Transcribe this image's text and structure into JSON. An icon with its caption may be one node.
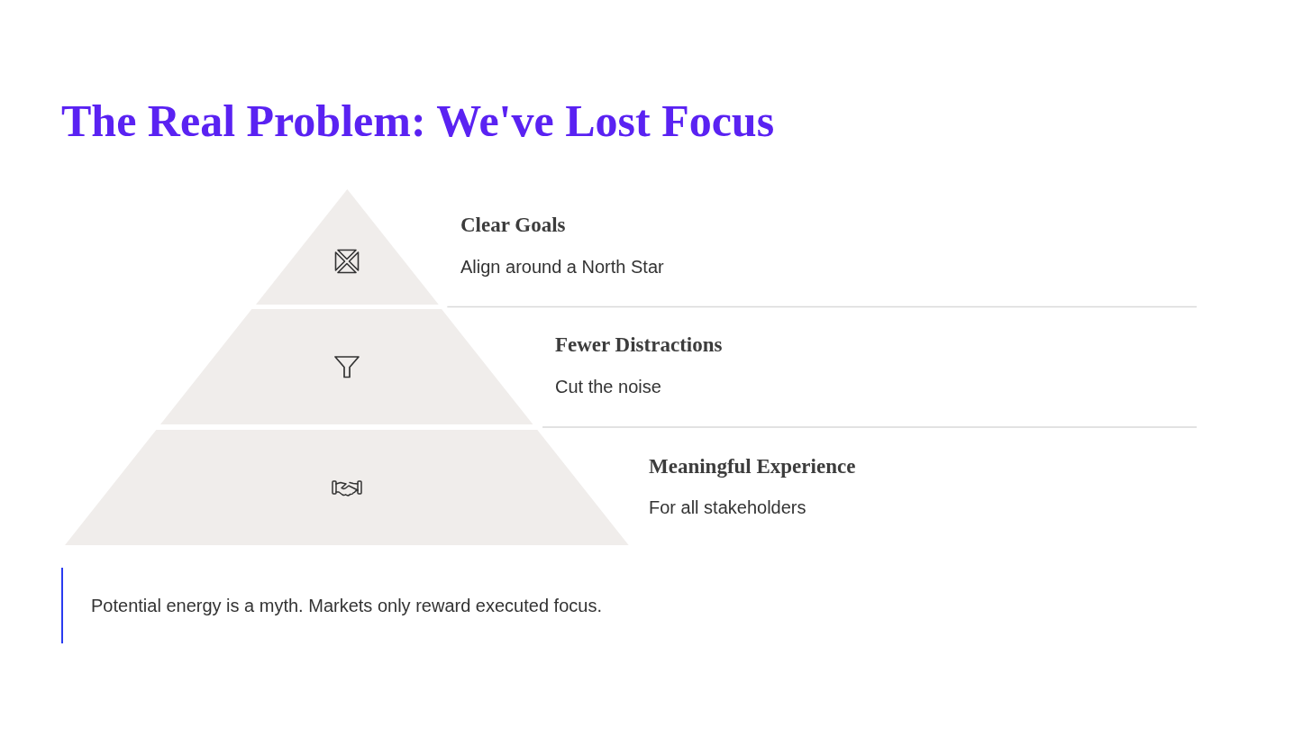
{
  "diagram": {
    "title": "The Real Problem: We've Lost Focus",
    "nodes": [
      {
        "text": [],
        "shape": "triangle",
        "beside": [
          "Clear Goals",
          "Align around a North Star"
        ]
      },
      {
        "text": [],
        "shape": "trapezoid",
        "beside": [
          "Fewer Distractions",
          "Cut the noise"
        ]
      },
      {
        "text": [],
        "shape": "trapezoid",
        "beside": [
          "Meaningful Experience",
          "For all stakeholders"
        ]
      }
    ],
    "labels": [
      "Potential energy is a myth. Markets only reward executed focus."
    ]
  }
}
